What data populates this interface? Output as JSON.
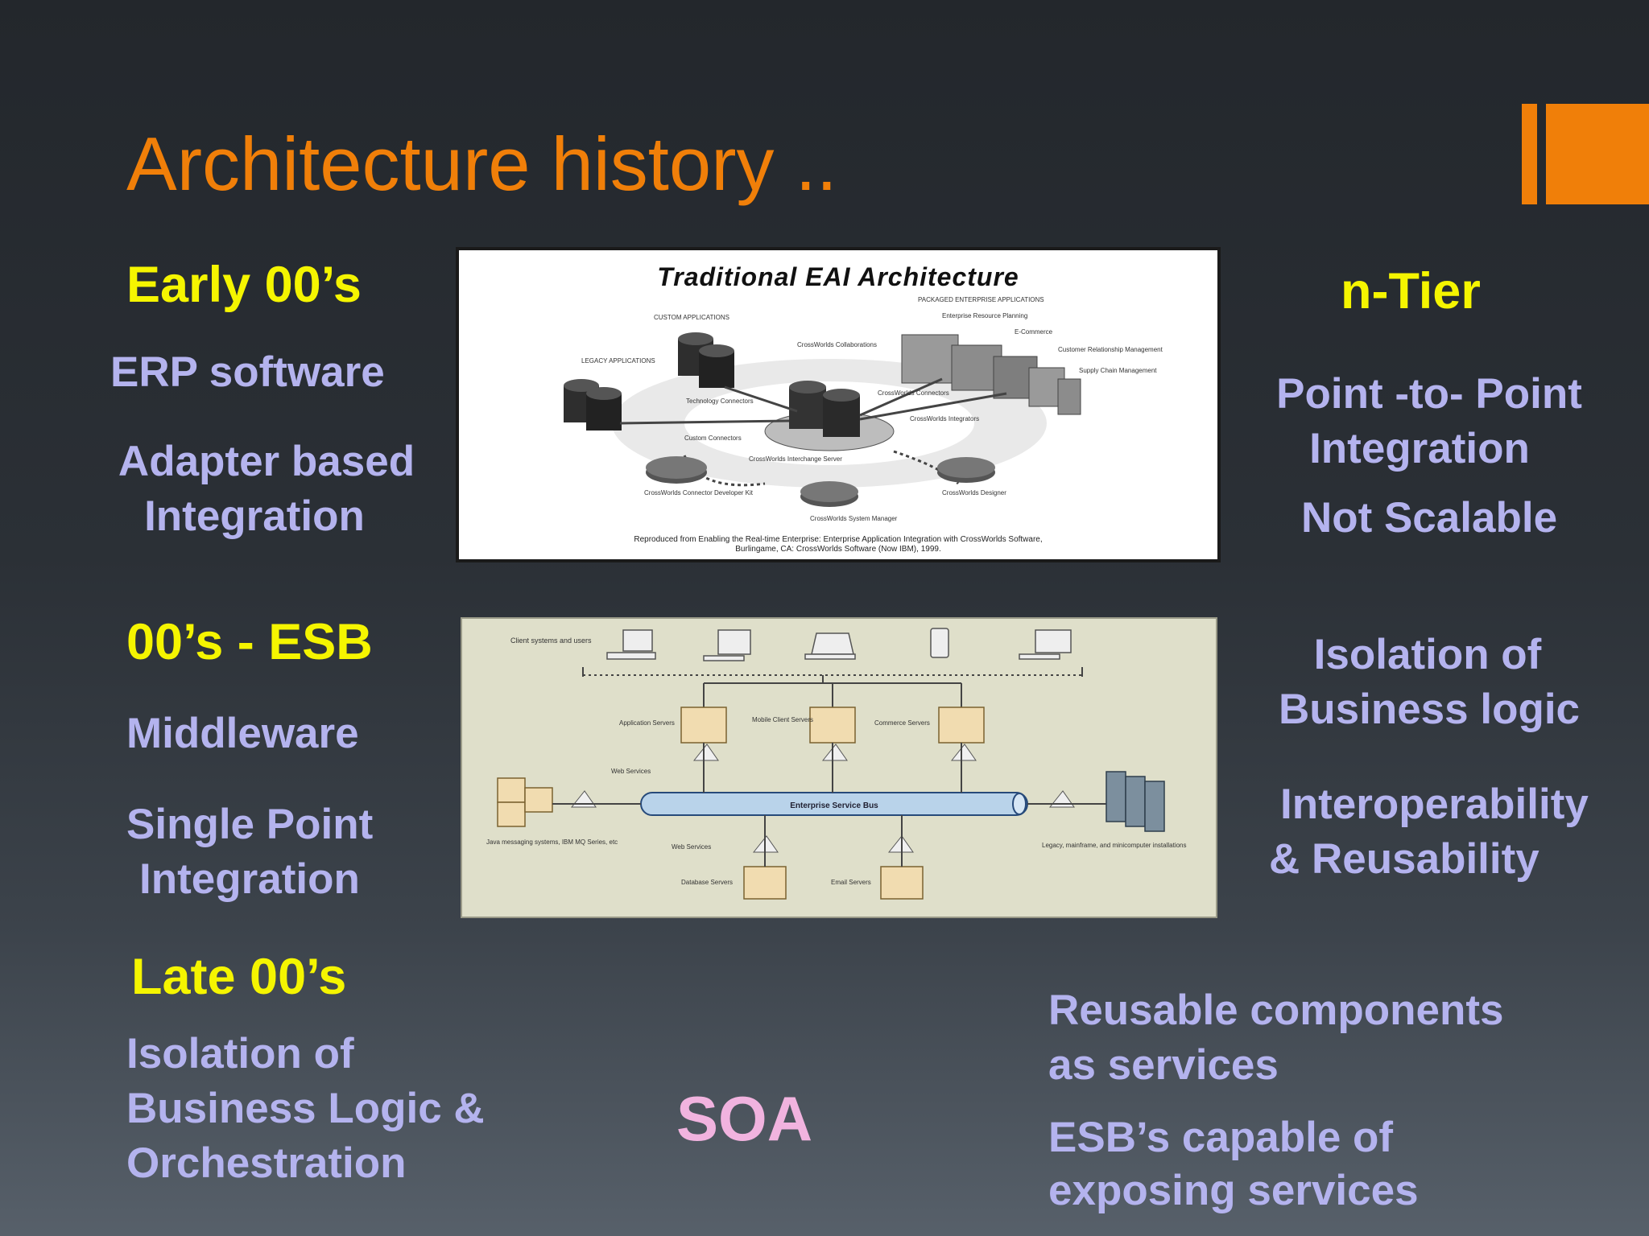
{
  "title": "Architecture history ..",
  "left": {
    "early_heading": "Early 00’s",
    "erp": "ERP software",
    "adapter_1": "Adapter based",
    "adapter_2": "Integration",
    "esb_heading": "00’s - ESB",
    "middleware": "Middleware",
    "single_1": "Single Point",
    "single_2": "Integration",
    "late_heading": "Late  00’s",
    "iso_1": "Isolation of",
    "iso_2": "Business Logic &",
    "iso_3": "Orchestration"
  },
  "right": {
    "ntier_heading": "n-Tier",
    "p2p_1": "Point -to- Point",
    "p2p_2": "Integration",
    "not_scalable": "Not Scalable",
    "iso_1": "Isolation of",
    "iso_2": "Business logic",
    "interop_1": "Interoperability",
    "interop_2": "&  Reusability",
    "reuse_1": "Reusable components",
    "reuse_2": "as services",
    "esbcap_1": "ESB’s capable of",
    "esbcap_2": "exposing services"
  },
  "soa": "SOA",
  "eai_diagram": {
    "heading": "Traditional EAI Architecture",
    "custom_apps": "CUSTOM APPLICATIONS",
    "legacy_apps": "LEGACY APPLICATIONS",
    "packaged_apps": "PACKAGED ENTERPRISE APPLICATIONS",
    "erp": "Enterprise Resource Planning",
    "ecommerce": "E-Commerce",
    "crm": "Customer Relationship Management",
    "scm": "Supply Chain Management",
    "collaborations": "CrossWorlds Collaborations",
    "tech_connectors": "Technology Connectors",
    "app_connectors": "CrossWorlds Connectors",
    "integrators": "CrossWorlds Integrators",
    "custom_connectors": "Custom Connectors",
    "interchange": "CrossWorlds Interchange Server",
    "connector_kit": "CrossWorlds Connector Developer Kit",
    "system_manager": "CrossWorlds System Manager",
    "designer": "CrossWorlds Designer",
    "credit_1": "Reproduced from Enabling the Real-time Enterprise: Enterprise Application Integration with CrossWorlds Software,",
    "credit_2": "Burlingame, CA: CrossWorlds Software (Now IBM), 1999."
  },
  "esb_diagram": {
    "clients": "Client systems and users",
    "app_servers": "Application Servers",
    "mobile_servers": "Mobile Client Servers",
    "commerce_servers": "Commerce Servers",
    "web_services_top": "Web Services",
    "bus": "Enterprise Service Bus",
    "web_services_bottom": "Web Services",
    "java_messaging": "Java messaging systems, IBM MQ Series, etc",
    "database_servers": "Database Servers",
    "email_servers": "Email Servers",
    "legacy": "Legacy, mainframe, and minicomputer installations"
  },
  "colors": {
    "orange_accent": "#f07f09",
    "yellow_heading": "#f5f500",
    "lavender_text": "#b4b3ee",
    "pink_soa": "#f1b3df"
  }
}
